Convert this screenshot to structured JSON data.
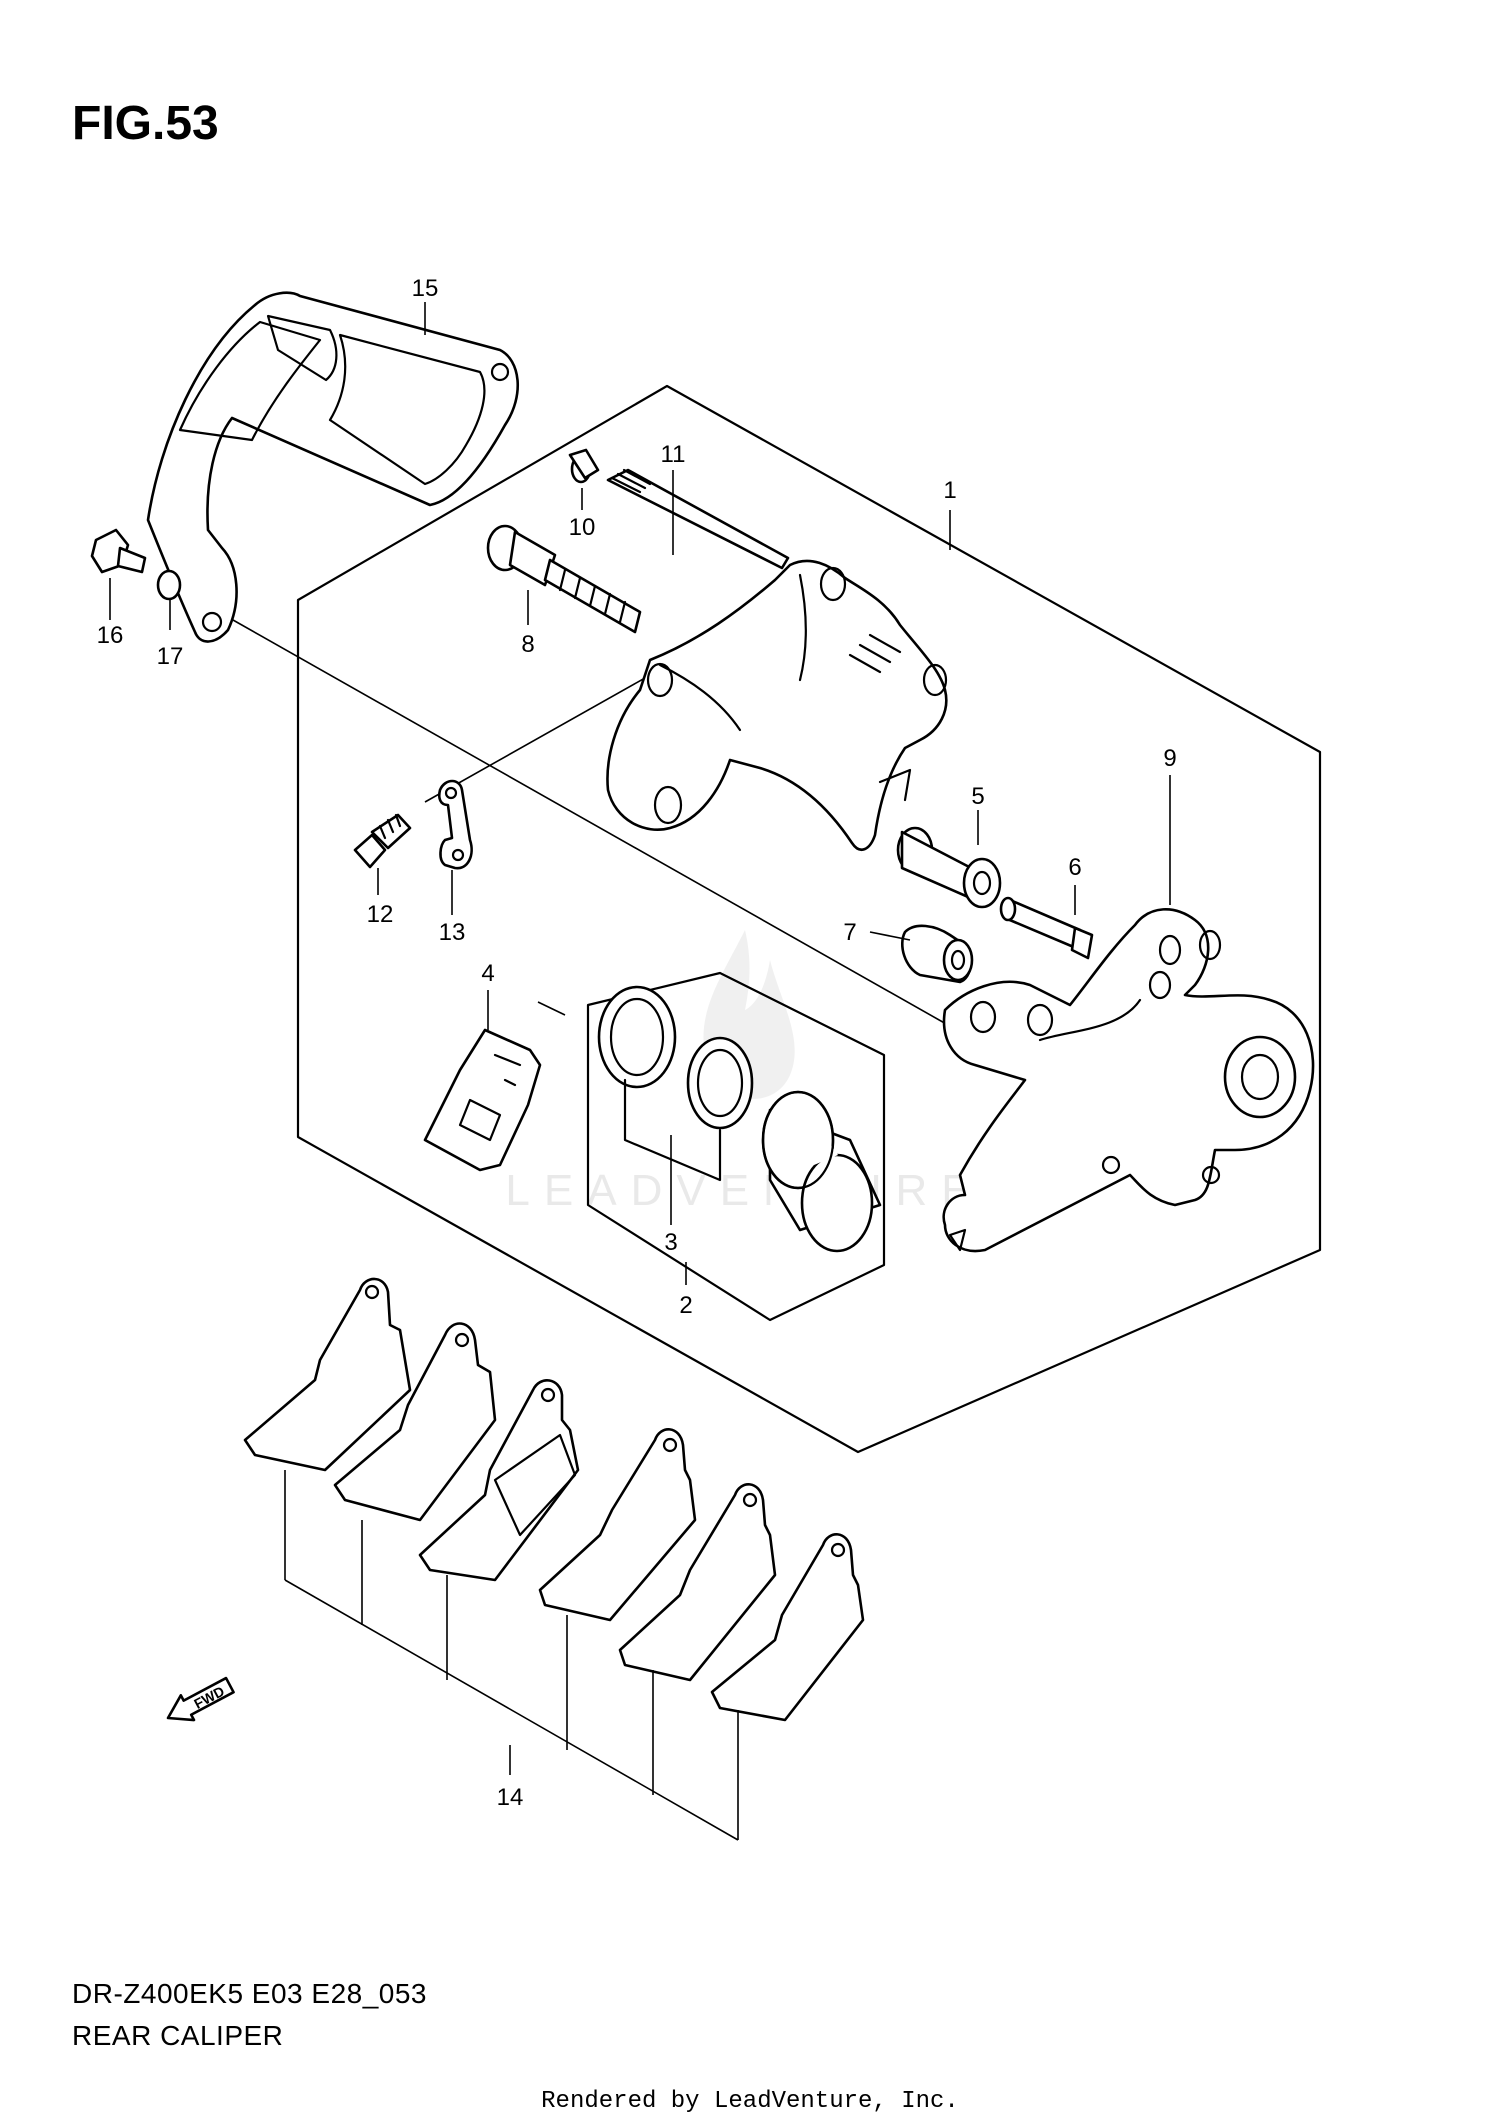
{
  "figure": {
    "title": "FIG.53",
    "model_code": "DR-Z400EK5 E03 E28_053",
    "section_title": "REAR CALIPER"
  },
  "callouts": [
    "1",
    "2",
    "3",
    "4",
    "5",
    "6",
    "7",
    "8",
    "9",
    "10",
    "11",
    "12",
    "13",
    "14",
    "15",
    "16",
    "17"
  ],
  "fwd_arrow_label": "FWD",
  "watermark_text": "LEADVENTURE",
  "rendered_by": "Rendered by LeadVenture, Inc."
}
